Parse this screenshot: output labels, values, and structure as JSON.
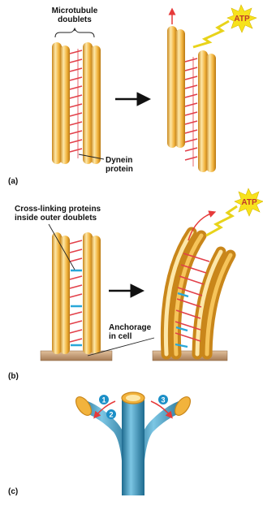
{
  "panel_a": {
    "label": "(a)",
    "microtubule_line1": "Microtubule",
    "microtubule_line2": "doublets",
    "dynein_line1": "Dynein",
    "dynein_line2": "protein",
    "atp": "ATP"
  },
  "panel_b": {
    "label": "(b)",
    "crosslink_line1": "Cross-linking proteins",
    "crosslink_line2": "inside outer doublets",
    "anchorage_line1": "Anchorage",
    "anchorage_line2": "in cell",
    "atp": "ATP"
  },
  "panel_c": {
    "label": "(c)",
    "step1": "1",
    "step2": "2",
    "step3": "3"
  },
  "colors": {
    "tubule": "#f2b33c",
    "tubule_dark": "#c9861a",
    "tubule_light": "#fde7a8",
    "dynein": "#e2404a",
    "crosslink": "#29a7d8",
    "base": "#c9a07a",
    "atp_burst": "#f7e21c",
    "flagellum": "#2a86b0",
    "arrow_red": "#e63a3a",
    "step_circle": "#1c8fc7"
  }
}
